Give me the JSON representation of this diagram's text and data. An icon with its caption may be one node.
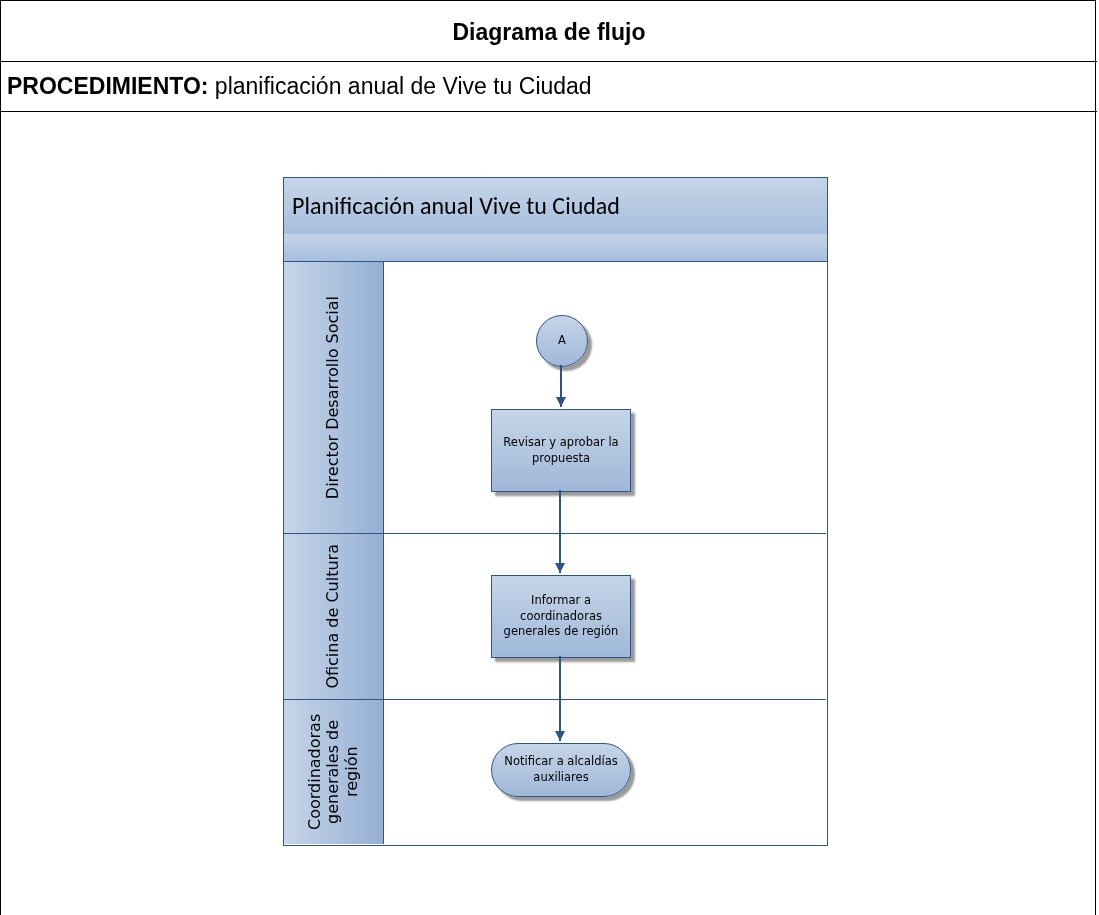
{
  "diagram": {
    "title": "Diagrama de flujo",
    "nodes": [
      {
        "text": [
          "Planificación anual Vive tu Ciudad"
        ]
      },
      {
        "text": [
          "Director Desarrollo Social"
        ],
        "in": 0
      },
      {
        "text": [
          "Oficina de Cultura"
        ],
        "in": 0
      },
      {
        "text": [
          "Coordinadoras generales de región"
        ],
        "in": 0
      },
      {
        "text": [
          "A"
        ],
        "in": 1
      },
      {
        "text": [
          "Revisar y aprobar la propuesta"
        ],
        "in": 1
      },
      {
        "text": [
          "Informar a coordinadoras generales de región"
        ],
        "in": 2
      },
      {
        "text": [
          "Notificar a alcaldías auxiliares"
        ],
        "in": 3
      }
    ],
    "edges": [
      {
        "from": 4,
        "to": 5,
        "arrow": "to"
      },
      {
        "from": 5,
        "to": 6,
        "arrow": "to"
      },
      {
        "from": 6,
        "to": 7,
        "arrow": "to"
      }
    ],
    "labels": [
      "**PROCEDIMIENTO:** planificación anual de Vive tu Ciudad"
    ]
  }
}
